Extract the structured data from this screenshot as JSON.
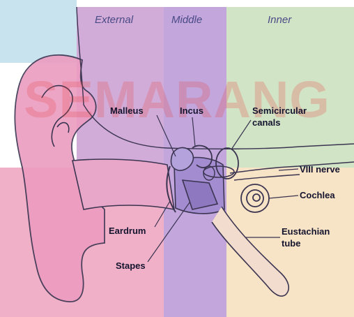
{
  "regions": {
    "external": "External",
    "middle": "Middle",
    "inner": "Inner"
  },
  "labels": {
    "malleus": "Malleus",
    "incus": "Incus",
    "semicircular_line1": "Semicircular",
    "semicircular_line2": "canals",
    "viii_nerve": "VIII nerve",
    "cochlea": "Cochlea",
    "eardrum": "Eardrum",
    "eustachian_line1": "Eustachian",
    "eustachian_line2": "tube",
    "stapes": "Stapes"
  },
  "watermark": "SEMARANG",
  "colors": {
    "external_bg": "#dcaad6",
    "middle_bg": "#c4a4da",
    "inner_bg": "#cfe0c4",
    "inner_lower_bg": "#f6e2c6",
    "ear_skin": "#f0a8c8",
    "bone": "#9b86c6",
    "line": "#3a3450",
    "label_text": "#14142e",
    "region_text": "#4a4a86",
    "watermark": "#e64646"
  }
}
